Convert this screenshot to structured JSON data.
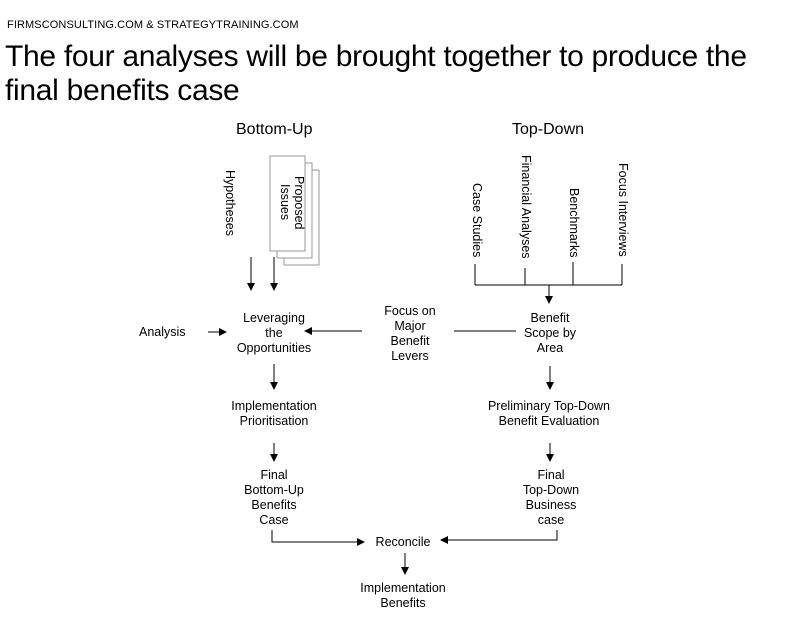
{
  "header": "FIRMSCONSULTING.COM & STRATEGYTRAINING.COM",
  "title": "The four analyses will be brought together to produce the final benefits case",
  "columns": {
    "left": "Bottom-Up",
    "right": "Top-Down"
  },
  "bottom_up": {
    "hypotheses": "Hypotheses",
    "proposed_issues": [
      "Proposed",
      "Issues"
    ],
    "analysis": "Analysis",
    "leveraging": [
      "Leveraging",
      "the",
      "Opportunities"
    ],
    "implementation_prioritisation": [
      "Implementation",
      "Prioritisation"
    ],
    "final": [
      "Final",
      "Bottom-Up",
      "Benefits",
      "Case"
    ]
  },
  "top_down": {
    "inputs": [
      "Case Studies",
      "Financial Analyses",
      "Benchmarks",
      "Focus Interviews"
    ],
    "benefit_scope": [
      "Benefit",
      "Scope by",
      "Area"
    ],
    "preliminary": [
      "Preliminary Top-Down",
      "Benefit Evaluation"
    ],
    "final": [
      "Final",
      "Top-Down",
      "Business",
      "case"
    ]
  },
  "focus": [
    "Focus on",
    "Major",
    "Benefit",
    "Levers"
  ],
  "reconcile": "Reconcile",
  "implementation_benefits": [
    "Implementation",
    "Benefits"
  ]
}
